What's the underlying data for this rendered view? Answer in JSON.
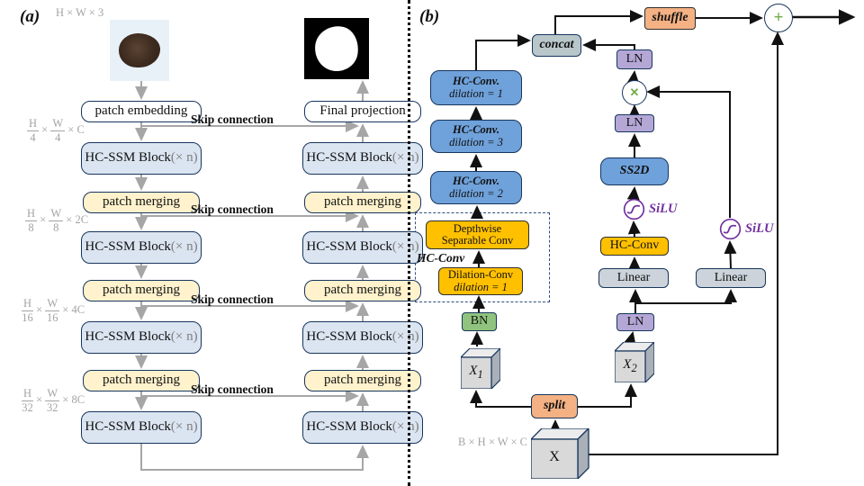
{
  "panel_a": {
    "label": "(a)",
    "input_dim": "H × W × 3",
    "patch_embedding": "patch embedding",
    "final_projection": "Final projection",
    "hcssm_main": "HC-SSM Block",
    "hcssm_suffix": "(× n)",
    "patch_merging": "patch merging",
    "skip_label": "Skip connection",
    "dims": [
      {
        "num1": "H",
        "den1": "4",
        "mult": "×",
        "num2": "W",
        "den2": "4",
        "chan": "C"
      },
      {
        "num1": "H",
        "den1": "8",
        "mult": "×",
        "num2": "W",
        "den2": "8",
        "chan": "2C"
      },
      {
        "num1": "H",
        "den1": "16",
        "mult": "×",
        "num2": "W",
        "den2": "16",
        "chan": "4C"
      },
      {
        "num1": "H",
        "den1": "32",
        "mult": "×",
        "num2": "W",
        "den2": "32",
        "chan": "8C"
      }
    ]
  },
  "panel_b": {
    "label": "(b)",
    "concat": "concat",
    "shuffle": "shuffle",
    "split": "split",
    "ln": "LN",
    "bn": "BN",
    "ss2d": "SS2D",
    "linear": "Linear",
    "hc_conv": "HC-Conv",
    "depthwise_line1": "Depthwise",
    "depthwise_line2": "Separable Conv",
    "dilation_conv": "Dilation-Conv",
    "dilation_value": "dilation = 1",
    "stack": [
      {
        "name": "HC-Conv.",
        "dilation": "dilation = 1"
      },
      {
        "name": "HC-Conv.",
        "dilation": "dilation = 3"
      },
      {
        "name": "HC-Conv.",
        "dilation": "dilation = 2"
      }
    ],
    "silu": "SiLU",
    "x_label": "X",
    "x1": "X",
    "x1_sub": "1",
    "x2": "X",
    "x2_sub": "2",
    "input_dim": "B × H × W × C",
    "plus": "+",
    "multiply": "✕"
  },
  "colors": {
    "block_blue_light": "#dbe5f1",
    "block_yellow": "#fff2cc",
    "conv_blue": "#6fa1da",
    "orange_accent": "#f4b183",
    "gold": "#ffc000",
    "green_bn": "#90c47e",
    "purple_ln": "#b4a7d6",
    "gray_linear": "#ccd3da",
    "concat_gray": "#b9c7cb",
    "silu_purple": "#7030a0",
    "op_green": "#70ad47",
    "arrow_gray": "#a6a6a6",
    "arrow_black": "#111111",
    "border_navy": "#17365d"
  }
}
